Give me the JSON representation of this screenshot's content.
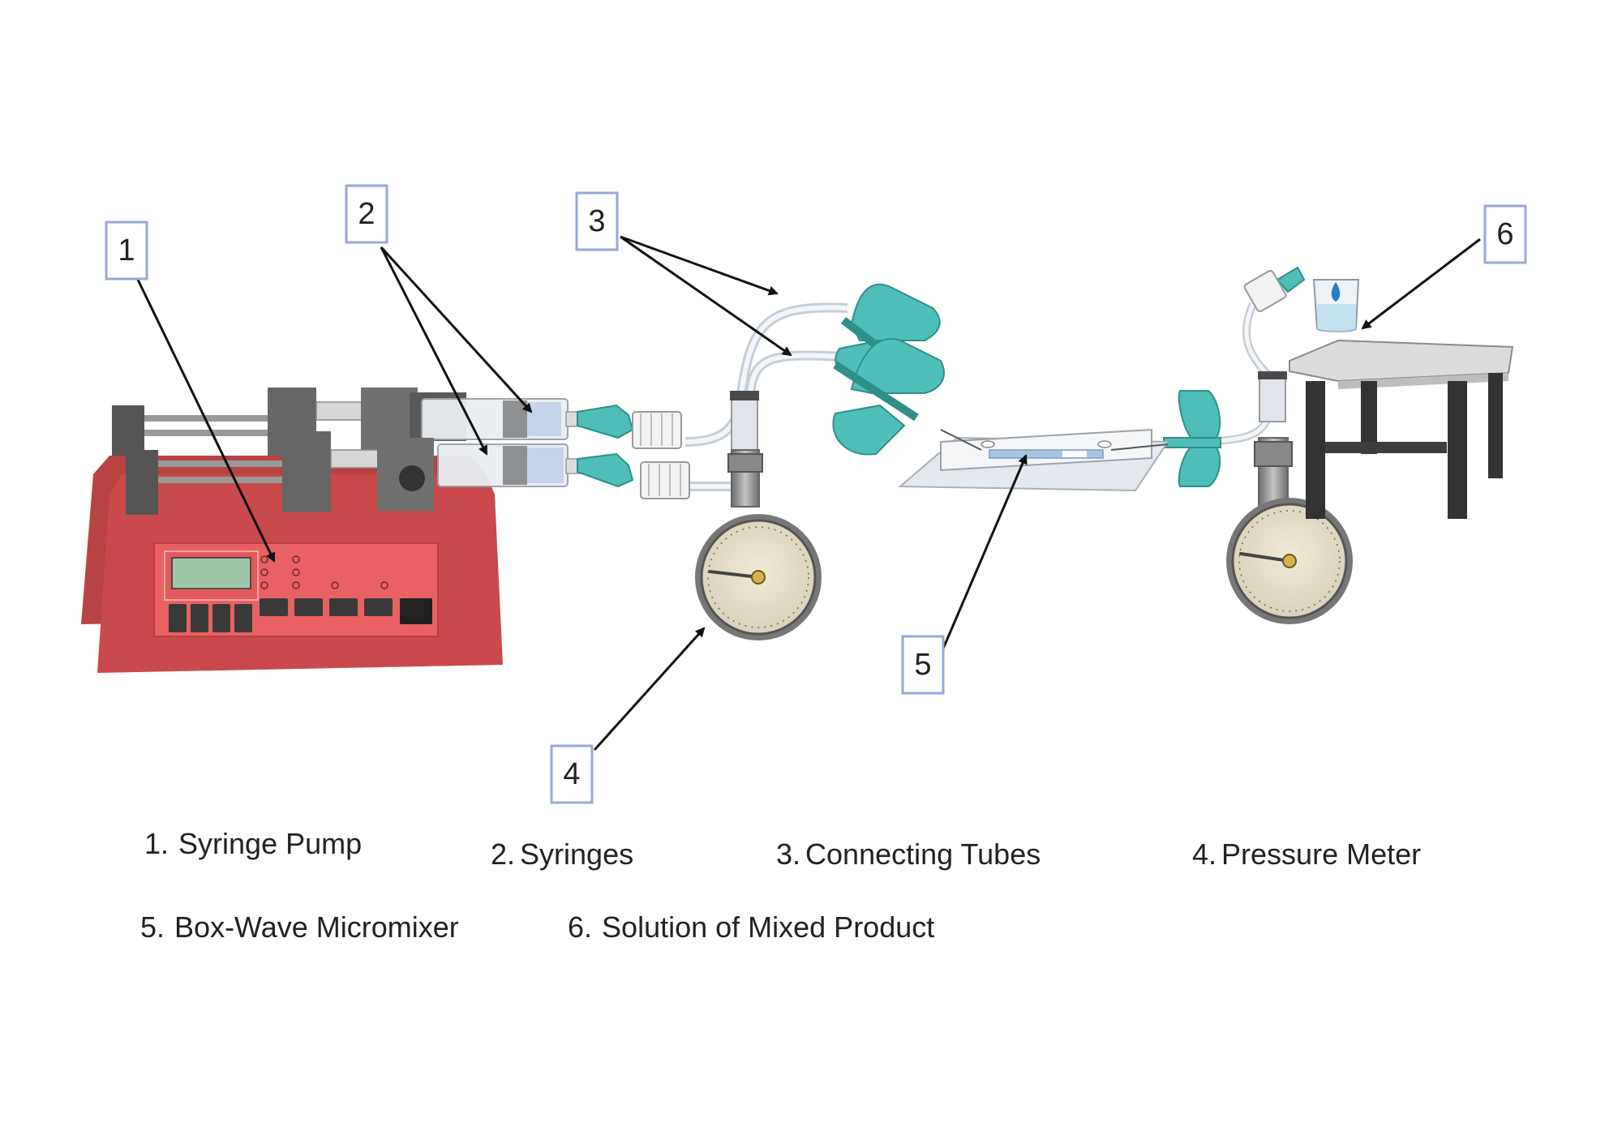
{
  "callouts": [
    {
      "id": "1",
      "label": "1"
    },
    {
      "id": "2",
      "label": "2"
    },
    {
      "id": "3",
      "label": "3"
    },
    {
      "id": "4",
      "label": "4"
    },
    {
      "id": "5",
      "label": "5"
    },
    {
      "id": "6",
      "label": "6"
    }
  ],
  "legend": [
    {
      "num": "1.",
      "text": "Syringe Pump"
    },
    {
      "num": "2.",
      "text": "Syringes"
    },
    {
      "num": "3.",
      "text": "Connecting Tubes"
    },
    {
      "num": "4.",
      "text": "Pressure Meter"
    },
    {
      "num": "5.",
      "text": "Box-Wave Micromixer"
    },
    {
      "num": "6.",
      "text": "Solution of Mixed Product"
    }
  ],
  "colors": {
    "pump_body": "#c94a4a",
    "pump_panel": "#e66060",
    "screen": "#9fc7a8",
    "connector": "#4dbfb8",
    "gauge_face": "#e6dfca",
    "metal": "#8f8f8f",
    "table": "#333333",
    "callout_border": "#9aa8d8"
  }
}
